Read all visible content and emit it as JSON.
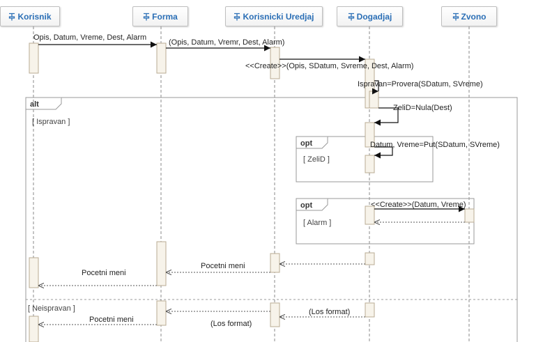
{
  "lifelines": [
    {
      "id": "korisnik",
      "label": "Korisnik"
    },
    {
      "id": "forma",
      "label": "Forma"
    },
    {
      "id": "uredjaj",
      "label": "Korisnicki Uredjaj"
    },
    {
      "id": "dogadjaj",
      "label": "Dogadjaj"
    },
    {
      "id": "zvono",
      "label": "Zvono"
    }
  ],
  "messages": {
    "m1": "Opis, Datum, Vreme, Dest, Alarm",
    "m2": "(Opis, Datum, Vremr, Dest, Alarm)",
    "m3": "<<Create>>(Opis, SDatum, Svreme, Dest, Alarm)",
    "m4": "Ispravan=Provera(SDatum, SVreme)",
    "m5": "ZeliD=Nula(Dest)",
    "m6": "Datum, Vreme=Put(SDatum, SVreme)",
    "m7": "<<Create>>(Datum, Vreme)",
    "r1": "Pocetni meni",
    "r2": "Pocetni meni",
    "r3": "(Los format)",
    "r4": "(Los format)",
    "r5": "Pocetni meni"
  },
  "fragments": {
    "alt": {
      "keyword": "alt",
      "guard1": "[ Ispravan ]",
      "guard2": "[ Neispravan ]"
    },
    "opt1": {
      "keyword": "opt",
      "guard": "[ ZeliD ]"
    },
    "opt2": {
      "keyword": "opt",
      "guard": "[ Alarm ]"
    }
  },
  "colors": {
    "header_text": "#2b6fb6",
    "activation_fill": "#f7f3ea",
    "activation_border": "#b8ab93"
  }
}
